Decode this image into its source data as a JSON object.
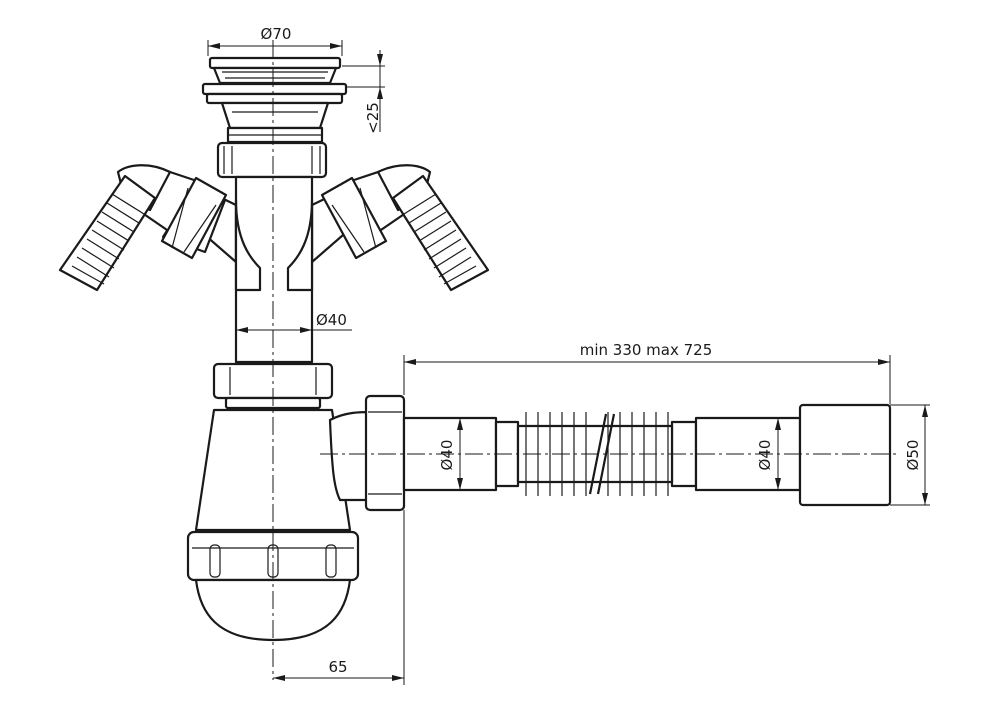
{
  "dimensions": {
    "top_diameter": "Ø70",
    "max_drop": "<25",
    "tube_diameter": "Ø40",
    "hose_length": "min 330 max 725",
    "outlet_diameter": "Ø40",
    "corrugated_diameter": "Ø40",
    "end_diameter": "Ø50",
    "offset": "65"
  },
  "colors": {
    "line": "#1a1a1a",
    "background": "#ffffff"
  }
}
